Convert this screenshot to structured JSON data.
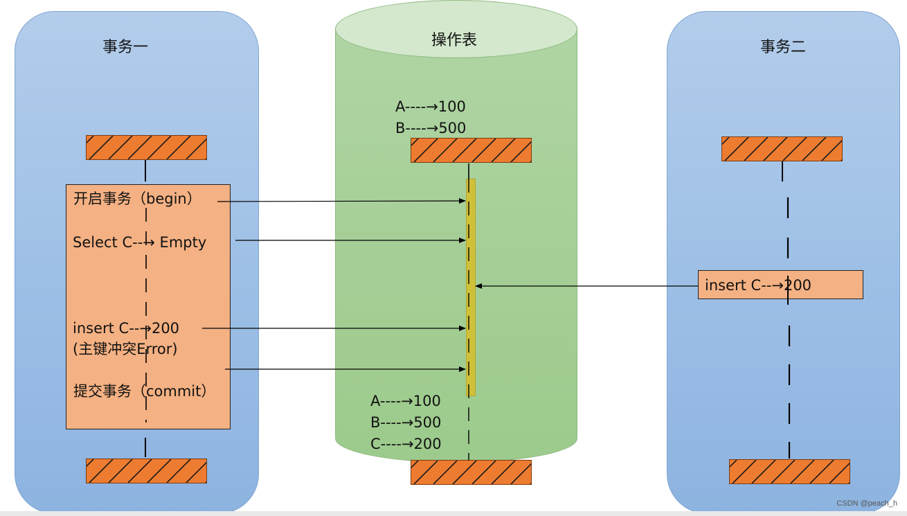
{
  "left_panel": {
    "title": "事务一",
    "steps": {
      "begin": "开启事务（begin）",
      "select": "Select C--→ Empty",
      "insert": "insert C--→200",
      "error": "(主键冲突Error)",
      "commit": "提交事务（commit）"
    }
  },
  "table": {
    "title": "操作表",
    "before": [
      "A----→100",
      "B----→500"
    ],
    "after": [
      "A----→100",
      "B----→500",
      "C----→200"
    ]
  },
  "right_panel": {
    "title": "事务二",
    "insert": "insert C--→200"
  },
  "watermark": "CSDN @peach_h",
  "colors": {
    "panel_blue": "#9dbfe6",
    "cylinder_green": "#a6cf98",
    "box_orange": "#f4b183",
    "hatch_orange": "#ee7c30",
    "lock_yellow": "#cfc03a"
  }
}
